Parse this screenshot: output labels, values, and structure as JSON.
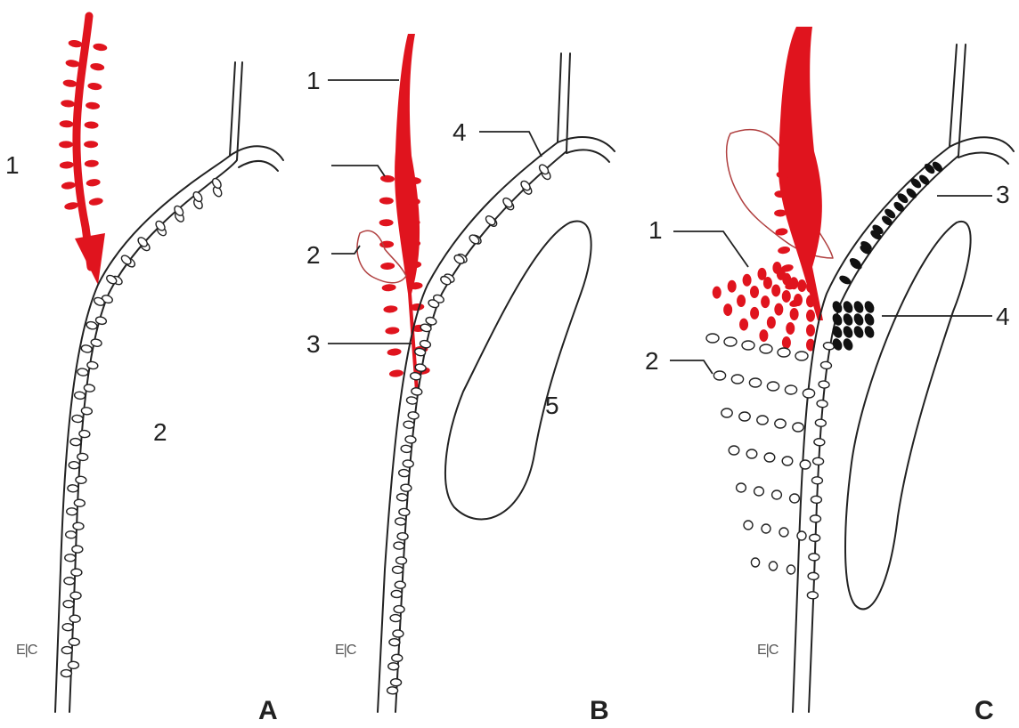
{
  "colors": {
    "accent": "#e0141e",
    "line": "#222222",
    "dark_cells": "#111111",
    "background": "#ffffff"
  },
  "panels": [
    {
      "letter": "A",
      "emc": "E|C",
      "labels": [
        "1",
        "2"
      ]
    },
    {
      "letter": "B",
      "emc": "E|C",
      "labels": [
        "1",
        "4",
        "2",
        "3",
        "5"
      ]
    },
    {
      "letter": "C",
      "emc": "E|C",
      "labels": [
        "3",
        "1",
        "4",
        "2"
      ]
    }
  ]
}
